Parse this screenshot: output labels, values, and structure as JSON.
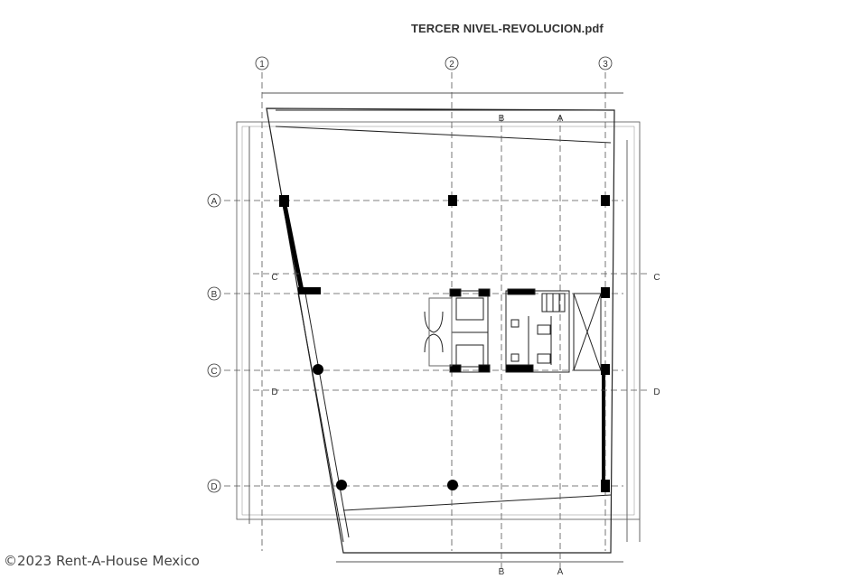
{
  "document": {
    "title": "TERCER NIVEL-REVOLUCION.pdf",
    "watermark": "©2023 Rent-A-House Mexico"
  },
  "grid_columns": [
    "1",
    "2",
    "3"
  ],
  "grid_rows": [
    "A",
    "B",
    "C",
    "D"
  ],
  "section_markers": {
    "top": [
      "B",
      "A"
    ],
    "bottom": [
      "B",
      "A"
    ],
    "left": [
      "C",
      "D"
    ],
    "right": [
      "C",
      "D"
    ]
  }
}
